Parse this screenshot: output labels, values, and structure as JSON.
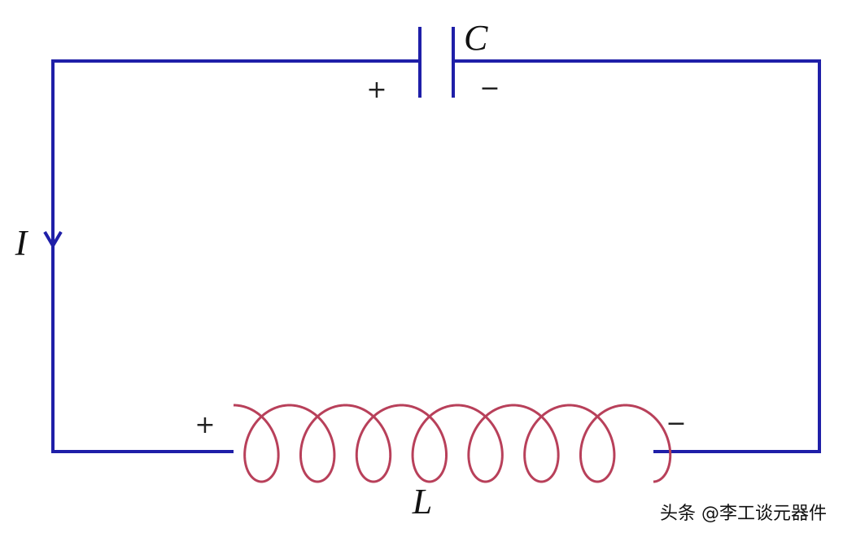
{
  "circuit": {
    "capacitor": {
      "label": "C",
      "left_polarity": "+",
      "right_polarity": "−"
    },
    "inductor": {
      "label": "L",
      "left_polarity": "+",
      "right_polarity": "−"
    },
    "current": {
      "label": "I",
      "direction": "down"
    }
  },
  "colors": {
    "wire": "#1f1fa8",
    "coil": "#b8405a",
    "background": "#ffffff"
  },
  "watermark": {
    "text": "头条 @李工谈元器件"
  }
}
